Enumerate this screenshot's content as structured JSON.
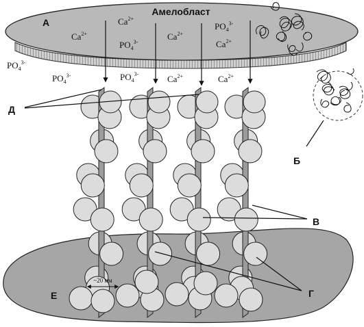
{
  "labels": {
    "ameloblast": "Амелобласт",
    "letter_a": "А",
    "letter_b": "Б",
    "letter_v": "В",
    "letter_g": "Г",
    "letter_d": "Д",
    "letter_e": "Е",
    "scale": "~20 мм"
  },
  "ions": {
    "ca": "Ca",
    "po": "PO",
    "charge_ca": "2+",
    "charge_po": "3-",
    "sub_po": "4"
  },
  "colors": {
    "ameloblast_fill": "#b9b9b9",
    "base_fill": "#a6a6a6",
    "sphere_fill": "#dcdcdc",
    "rod_fill": "#9c9c9c",
    "outline": "#222222"
  },
  "icons": {
    "protein_coil": "tangled-protein-icon"
  }
}
